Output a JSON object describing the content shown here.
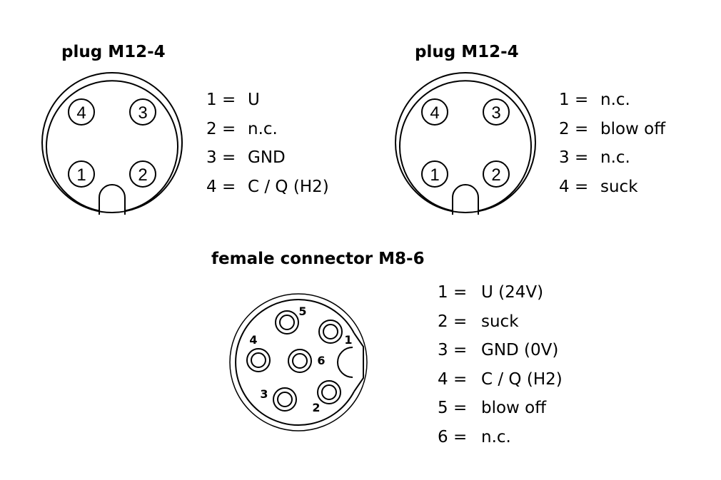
{
  "diagrams": [
    {
      "title": "plug M12-4",
      "pins": [
        {
          "num": "1 =",
          "desc": "U"
        },
        {
          "num": "2 =",
          "desc": "n.c."
        },
        {
          "num": "3 =",
          "desc": "GND"
        },
        {
          "num": "4 =",
          "desc": "C / Q (H2)"
        }
      ],
      "pin_labels": [
        "1",
        "2",
        "3",
        "4"
      ]
    },
    {
      "title": "plug M12-4",
      "pins": [
        {
          "num": "1 =",
          "desc": "n.c."
        },
        {
          "num": "2 =",
          "desc": "blow off"
        },
        {
          "num": "3 =",
          "desc": "n.c."
        },
        {
          "num": "4 =",
          "desc": "suck"
        }
      ],
      "pin_labels": [
        "1",
        "2",
        "3",
        "4"
      ]
    },
    {
      "title": "female connector M8-6",
      "pins": [
        {
          "num": "1 =",
          "desc": "U (24V)"
        },
        {
          "num": "2 =",
          "desc": "suck"
        },
        {
          "num": "3 =",
          "desc": "GND (0V)"
        },
        {
          "num": "4 =",
          "desc": "C / Q (H2)"
        },
        {
          "num": "5 =",
          "desc": "blow off"
        },
        {
          "num": "6 =",
          "desc": "n.c."
        }
      ],
      "pin_labels": [
        "1",
        "2",
        "3",
        "4",
        "5",
        "6"
      ]
    }
  ]
}
